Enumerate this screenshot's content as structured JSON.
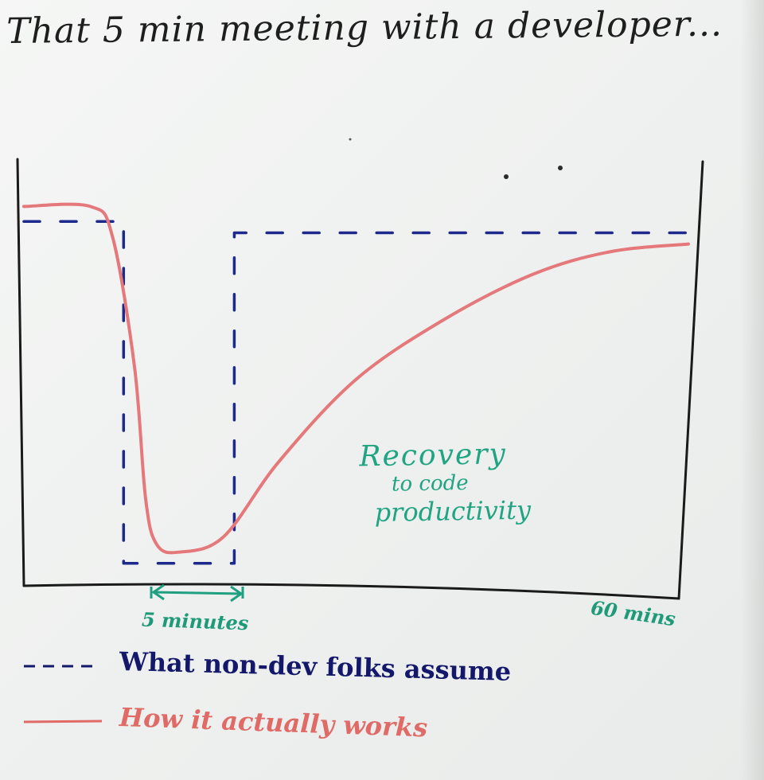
{
  "title": "That 5 min meeting with a developer...",
  "annotation": {
    "line1": "Recovery",
    "line2": "to code",
    "line3": "productivity"
  },
  "chart_data": {
    "type": "line",
    "title": "That 5 min meeting with a developer...",
    "xlabel": "",
    "ylabel": "",
    "x_tick_labels": [
      "5 minutes",
      "60 mins"
    ],
    "xlim": [
      0,
      60
    ],
    "ylim": [
      0,
      1
    ],
    "grid": false,
    "legend_placement": "bottom",
    "series": [
      {
        "name": "What non-dev folks assume",
        "style": "dashed",
        "color": "#1d2a8c",
        "x": [
          0,
          9,
          9,
          19,
          19,
          60
        ],
        "y": [
          0.94,
          0.94,
          0.03,
          0.03,
          0.91,
          0.91
        ]
      },
      {
        "name": "How it actually works",
        "style": "solid",
        "color": "#e5787a",
        "x": [
          0,
          6,
          8,
          10,
          11,
          12,
          14,
          18,
          23,
          30,
          38,
          46,
          53,
          60
        ],
        "y": [
          0.98,
          0.98,
          0.9,
          0.55,
          0.2,
          0.08,
          0.06,
          0.1,
          0.3,
          0.52,
          0.68,
          0.8,
          0.86,
          0.88
        ]
      }
    ],
    "annotations": [
      "Recovery to code productivity"
    ],
    "colors": {
      "frame": "#1a1a1a",
      "annotation": "#21a482",
      "tick_label": "#1f9a78"
    }
  },
  "legend": [
    {
      "style": "dashed",
      "label": "What non-dev folks assume"
    },
    {
      "style": "solid",
      "label": "How it actually works"
    }
  ]
}
